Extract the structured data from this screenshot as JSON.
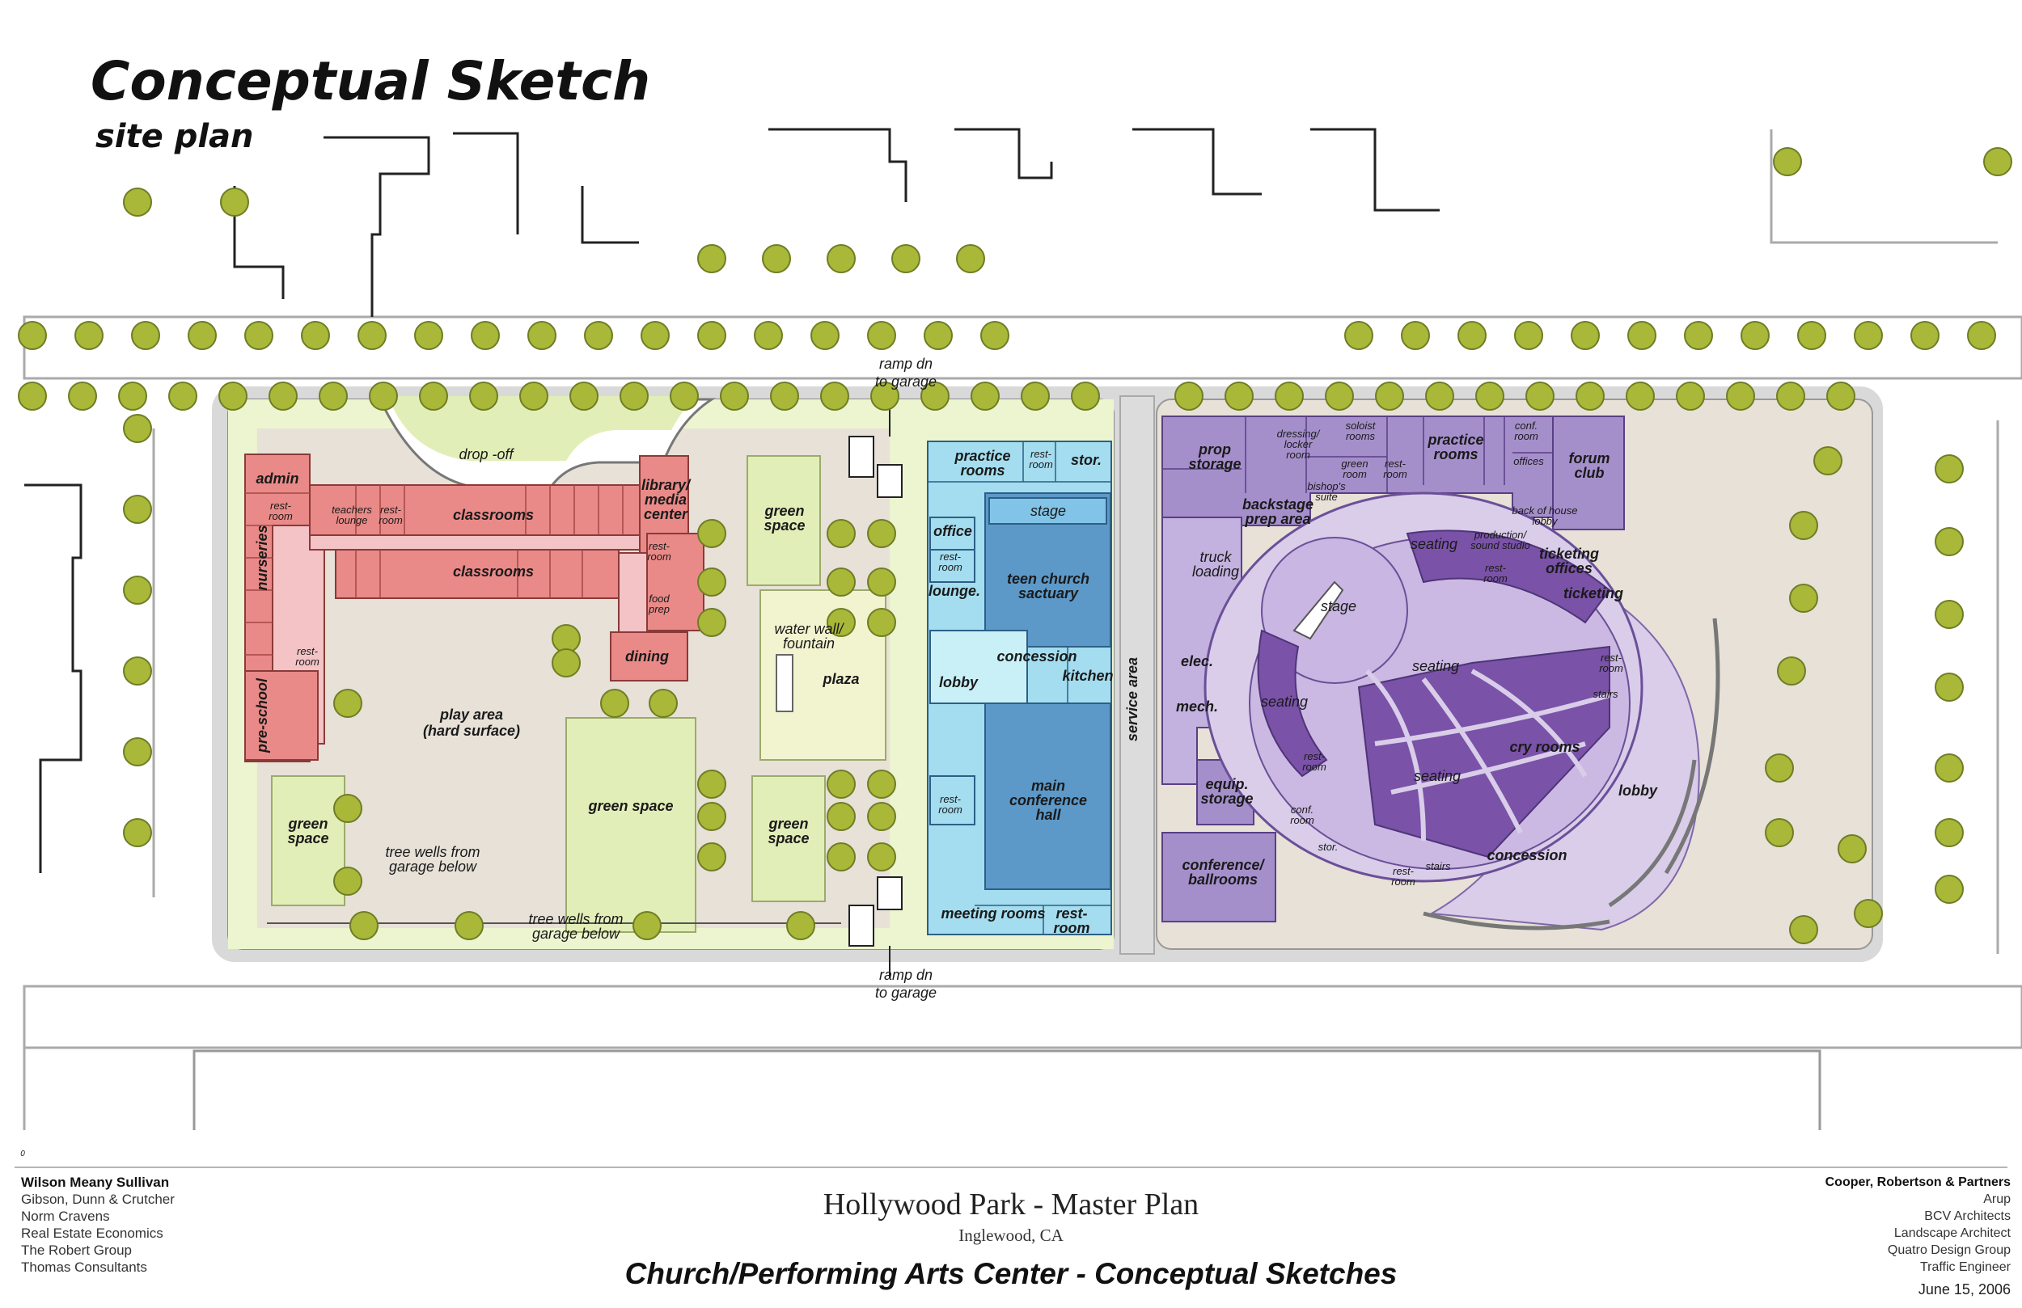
{
  "header": {
    "title": "Conceptual Sketch",
    "subtitle": "site plan"
  },
  "labels": {
    "drop_off": "drop -off",
    "ramp_top_1": "ramp dn",
    "ramp_top_2": "to garage",
    "ramp_bot_1": "ramp dn",
    "ramp_bot_2": "to garage",
    "service_area": "service area",
    "admin": "admin",
    "restroom_a1": "rest-",
    "restroom_a2": "room",
    "teachers_1": "teachers",
    "teachers_2": "lounge",
    "restroom_b1": "rest-",
    "restroom_b2": "room",
    "classrooms_1": "classrooms",
    "classrooms_2": "classrooms",
    "library_1": "library/",
    "library_2": "media",
    "library_3": "center",
    "restroom_c1": "rest-",
    "restroom_c2": "room",
    "food_1": "food",
    "food_2": "prep",
    "dining": "dining",
    "nurseries": "nurseries",
    "restroom_d1": "rest-",
    "restroom_d2": "room",
    "preschool": "pre-school",
    "play_1": "play area",
    "play_2": "(hard surface)",
    "green_nw_1": "green",
    "green_nw_2": "space",
    "water_1": "water wall/",
    "water_2": "fountain",
    "plaza": "plaza",
    "green_center": "green space",
    "green_se_1": "green",
    "green_se_2": "space",
    "green_sw_1": "green",
    "green_sw_2": "space",
    "tree_wells_1a": "tree wells from",
    "tree_wells_1b": "garage below",
    "tree_wells_2a": "tree wells from",
    "tree_wells_2b": "garage below",
    "practice_1": "practice",
    "practice_2": "rooms",
    "restroom_e1": "rest-",
    "restroom_e2": "room",
    "stor": "stor.",
    "stage_teen": "stage",
    "office": "office",
    "restroom_f1": "rest-",
    "restroom_f2": "room",
    "teen_1": "teen church",
    "teen_2": "sactuary",
    "lounge": "lounge.",
    "concession_1": "concession",
    "kitchen": "kitchen",
    "lobby_1": "lobby",
    "restroom_g1": "rest-",
    "restroom_g2": "room",
    "conf_hall_1": "main",
    "conf_hall_2": "conference",
    "conf_hall_3": "hall",
    "meeting": "meeting rooms",
    "restroom_h1": "rest-",
    "restroom_h2": "room",
    "prop_1": "prop",
    "prop_2": "storage",
    "dressing_1": "dressing/",
    "dressing_2": "locker",
    "dressing_3": "room",
    "soloist_1": "soloist",
    "soloist_2": "rooms",
    "green_room_1": "green",
    "green_room_2": "room",
    "bishop_1": "bishop's",
    "bishop_2": "suite",
    "restroom_i1": "rest-",
    "restroom_i2": "room",
    "practice_pa_1": "practice",
    "practice_pa_2": "rooms",
    "conf_room_1": "conf.",
    "conf_room_2": "room",
    "offices": "offices",
    "forum_1": "forum",
    "forum_2": "club",
    "backstage_1": "backstage",
    "backstage_2": "prep area",
    "boh_1": "back of house",
    "boh_2": "lobby",
    "production_1": "production/",
    "production_2": "sound studio",
    "truck_1": "truck",
    "truck_2": "loading",
    "seating_1": "seating",
    "restroom_j1": "rest-",
    "restroom_j2": "room",
    "ticketing_offices_1": "ticketing",
    "ticketing_offices_2": "offices",
    "ticketing": "ticketing",
    "stage_pa": "stage",
    "elec": "elec.",
    "mech": "mech.",
    "seating_2": "seating",
    "seating_3": "seating",
    "restroom_k1": "rest-",
    "restroom_k2": "room",
    "stairs_1": "stairs",
    "cry_rooms": "cry rooms",
    "restroom_l1": "rest-",
    "restroom_l2": "room",
    "seating_4": "seating",
    "equip_1": "equip.",
    "equip_2": "storage",
    "conf_room2_1": "conf.",
    "conf_room2_2": "room",
    "stor_pa": "stor.",
    "lobby_pa": "lobby",
    "concession_pa": "concession",
    "conference_1": "conference/",
    "conference_2": "ballrooms",
    "restroom_m1": "rest-",
    "restroom_m2": "room",
    "stairs_2": "stairs",
    "scale_mark": "0"
  },
  "footer": {
    "left_lead": "Wilson Meany Sullivan",
    "left": [
      "Gibson, Dunn & Crutcher",
      "Norm Cravens",
      "Real Estate Economics",
      "The Robert Group",
      "Thomas Consultants"
    ],
    "right_lead": "Cooper, Robertson & Partners",
    "right": [
      "Arup",
      "BCV Architects",
      "Landscape Architect",
      "Quatro Design Group",
      "Traffic Engineer"
    ],
    "project": "Hollywood Park - Master Plan",
    "location": "Inglewood, CA",
    "sheet": "Church/Performing Arts Center - Conceptual Sketches",
    "date": "June 15, 2006"
  },
  "colors": {
    "school": "#e98a88",
    "school_corridor": "#f3c3c6",
    "green": "#e2eeb8",
    "site_light": "#ecf5cf",
    "hardscape": "#e7e1d8",
    "teen": "#5c99c9",
    "teen_light": "#a4ddef",
    "pa_room": "#a58fcb",
    "pa_light": "#d9cde9",
    "seating": "#7a52a8",
    "tree": "#a9b838",
    "road": "#dcdcdc"
  }
}
